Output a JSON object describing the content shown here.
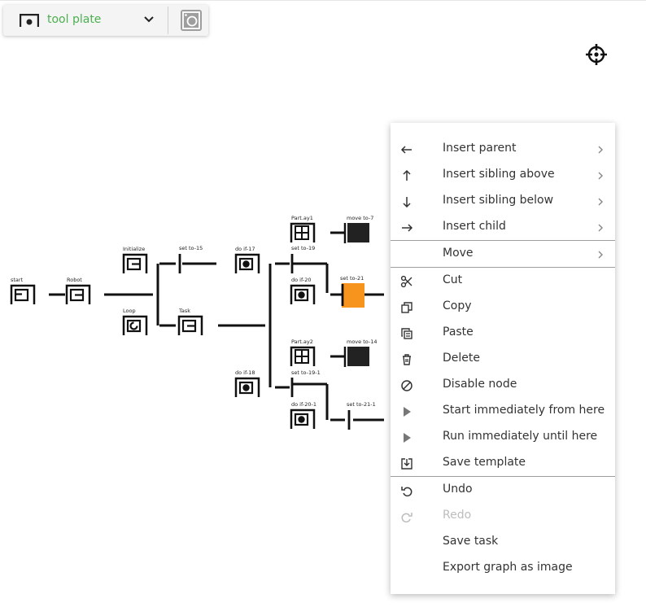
{
  "toolbar": {
    "tool_label": "tool plate",
    "icons": [
      "tool-plate-icon",
      "chevron-down-icon",
      "camera-icon"
    ]
  },
  "canvas": {
    "crosshair_icon": "crosshair-icon",
    "nodes": {
      "start": "start",
      "robot": "Robot",
      "initialize": "Initialize",
      "loop": "Loop",
      "set15": "set to-15",
      "task": "Task",
      "doif17": "do if-17",
      "doif18": "do if-18",
      "partay1": "Part.ay1",
      "setto19": "set to-19",
      "doif20": "do if-20",
      "moveto7": "move to-7",
      "setto21": "set to-21",
      "partay2": "Part.ay2",
      "setto19_1": "set to-19-1",
      "doif20_1": "do if-20-1",
      "moveto14": "move to-14",
      "setto21_1": "set to-21-1"
    },
    "highlight_color": "#f7941d"
  },
  "menu": {
    "items": [
      {
        "label": "Insert parent",
        "icon": "arrow-left-icon",
        "submenu": true
      },
      {
        "label": "Insert sibling above",
        "icon": "arrow-up-icon",
        "submenu": true
      },
      {
        "label": "Insert sibling below",
        "icon": "arrow-down-icon",
        "submenu": true
      },
      {
        "label": "Insert child",
        "icon": "arrow-right-icon",
        "submenu": true
      },
      {
        "label": "Move",
        "icon": "",
        "submenu": true
      },
      {
        "label": "Cut",
        "icon": "scissors-icon"
      },
      {
        "label": "Copy",
        "icon": "copy-icon"
      },
      {
        "label": "Paste",
        "icon": "paste-icon"
      },
      {
        "label": "Delete",
        "icon": "trash-icon"
      },
      {
        "label": "Disable node",
        "icon": "disable-icon"
      },
      {
        "label": "Start immediately from here",
        "icon": "play-icon"
      },
      {
        "label": "Run immediately until here",
        "icon": "play-icon"
      },
      {
        "label": "Save template",
        "icon": "save-template-icon"
      },
      {
        "label": "Undo",
        "icon": "undo-icon"
      },
      {
        "label": "Redo",
        "icon": "redo-icon",
        "disabled": true
      },
      {
        "label": "Save task",
        "icon": ""
      },
      {
        "label": "Export graph as image",
        "icon": ""
      }
    ]
  }
}
